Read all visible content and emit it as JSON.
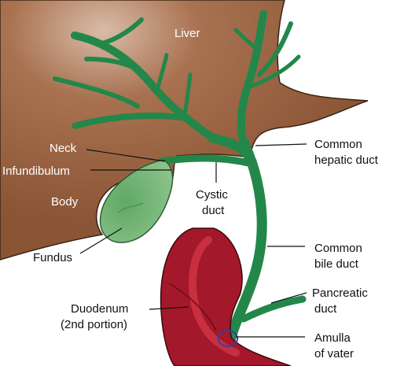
{
  "labels": {
    "liver": "Liver",
    "neck": "Neck",
    "infundibulum": "Infundibulum",
    "body": "Body",
    "fundus": "Fundus",
    "cystic_duct_line1": "Cystic",
    "cystic_duct_line2": "duct",
    "common_hepatic_line1": "Common",
    "common_hepatic_line2": "hepatic duct",
    "common_bile_line1": "Common",
    "common_bile_line2": "bile duct",
    "pancreatic_line1": "Pancreatic",
    "pancreatic_line2": "duct",
    "duodenum_line1": "Duodenum",
    "duodenum_line2": "(2nd portion)",
    "ampulla_line1": "Amulla",
    "ampulla_line2": "of vater"
  },
  "colors": {
    "liver": "#8a5535",
    "liver_highlight": "#c9a489",
    "duct": "#23874a",
    "gallbladder": "#6cae72",
    "duodenum": "#a3182a",
    "duodenum_inner": "#d13645"
  }
}
